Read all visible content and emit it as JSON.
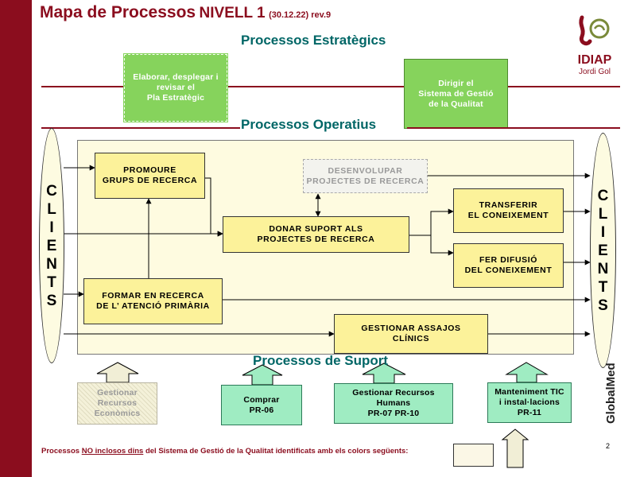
{
  "title": {
    "main": "Mapa de Processos",
    "level": "NIVELL 1",
    "version": "(30.12.22) rev.9"
  },
  "logo": {
    "name": "IDIAP",
    "sub": "Jordi Gol"
  },
  "globalmed": "GlobalMed",
  "sections": {
    "estrategics": "Processos Estratègics",
    "operatius": "Processos Operatius",
    "suport": "Processos de Suport"
  },
  "clients_text": [
    "C",
    "L",
    "I",
    "E",
    "N",
    "T",
    "S"
  ],
  "strategic_boxes": [
    {
      "label": "Elaborar, desplegar i\nrevisar el\nPla Estratègic"
    },
    {
      "label": "Dirigir el\nSistema de Gestió\nde la Qualitat"
    }
  ],
  "operative_boxes": {
    "promoure": "PROMOURE\nGRUPS DE RECERCA",
    "desenvolupar": "DESENVOLUPAR\nPROJECTES DE RECERCA",
    "donar": "DONAR SUPORT ALS\nPROJECTES DE RECERCA",
    "transferir": "TRANSFERIR\nEL CONEIXEMENT",
    "difusio": "FER DIFUSIÓ\nDEL CONEIXEMENT",
    "formar": "FORMAR EN RECERCA\nDE L’ ATENCIÓ PRIMÀRIA",
    "assajos": "GESTIONAR ASSAJOS\nCLÍNICS"
  },
  "support_boxes": [
    {
      "label": "Gestionar\nRecursos\nEconòmics"
    },
    {
      "label": "Comprar\nPR-06"
    },
    {
      "label": "Gestionar Recursos\nHumans\nPR-07 PR-10"
    },
    {
      "label": "Manteniment TIC\ni instal·lacions\nPR-11"
    }
  ],
  "footnote": {
    "pre": "Processos ",
    "underlined": "NO inclosos dins",
    "post": " del Sistema de Gestió de la Qualitat identificats amb els colors següents:"
  },
  "page_number": "2"
}
